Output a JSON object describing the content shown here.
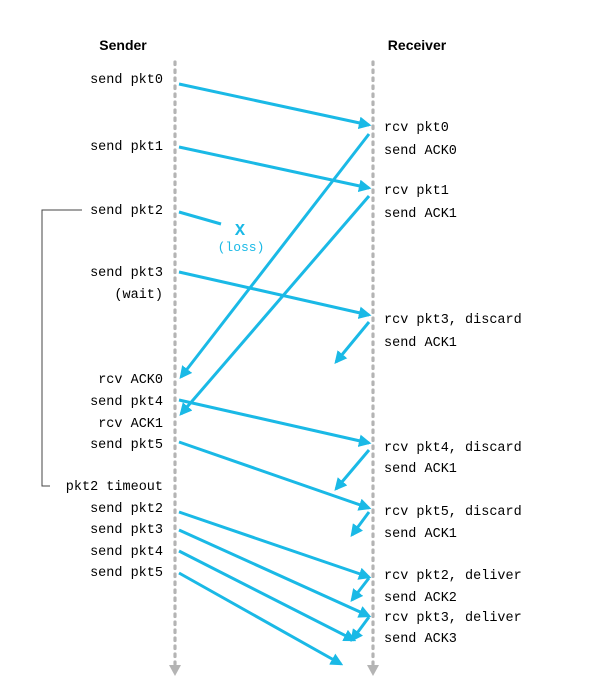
{
  "headers": {
    "sender": "Sender",
    "receiver": "Receiver"
  },
  "sender_events": [
    "send pkt0",
    "send pkt1",
    "send pkt2",
    "send pkt3",
    "(wait)",
    "rcv ACK0",
    "send pkt4",
    "rcv ACK1",
    "send pkt5",
    "pkt2 timeout",
    "send pkt2",
    "send pkt3",
    "send pkt4",
    "send pkt5"
  ],
  "receiver_events": [
    "rcv pkt0",
    "send ACK0",
    "rcv pkt1",
    "send ACK1",
    "rcv pkt3, discard",
    "send ACK1",
    "rcv pkt4, discard",
    "send ACK1",
    "rcv pkt5, discard",
    "send ACK1",
    "rcv pkt2, deliver",
    "send ACK2",
    "rcv pkt3, deliver",
    "send ACK3"
  ],
  "loss": {
    "marker": "X",
    "label": "(loss)"
  },
  "colors": {
    "arrow": "#1ab9e6",
    "timeline": "#b4b4b4",
    "text": "#000000",
    "bracket": "#444444"
  }
}
